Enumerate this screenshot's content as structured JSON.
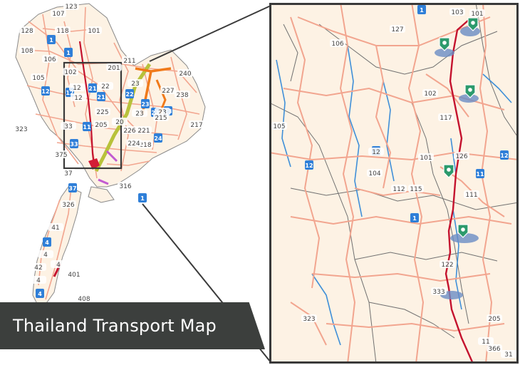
{
  "title": "Thailand Transport Map",
  "colors": {
    "land": "#fdf2e4",
    "road": "#f2a58f",
    "border": "#8a8a8a",
    "river": "#3f8fd8",
    "rail": "#c4122e",
    "highway_shield": "#2f7fd8",
    "station": "#2c9a6c",
    "frame": "#3a3a3a",
    "title_bg": "#3c3f3d"
  },
  "overview": {
    "road_labels": [
      "123",
      "107",
      "128",
      "118",
      "101",
      "108",
      "106",
      "105",
      "102",
      "12",
      "12",
      "22",
      "23",
      "211",
      "240",
      "227",
      "238",
      "225",
      "201",
      "23",
      "23",
      "217",
      "323",
      "20",
      "205",
      "226",
      "215",
      "221",
      "33",
      "218",
      "224",
      "375",
      "316",
      "37",
      "326",
      "41",
      "4",
      "4",
      "42",
      "401",
      "4",
      "408"
    ],
    "shield_labels": [
      "1",
      "1",
      "12",
      "12",
      "21",
      "21",
      "22",
      "11",
      "23",
      "23",
      "23",
      "24",
      "33",
      "37",
      "4",
      "4",
      "1"
    ]
  },
  "detail": {
    "road_labels": [
      "103",
      "101",
      "127",
      "106",
      "102",
      "117",
      "105",
      "12",
      "101",
      "126",
      "104",
      "112",
      "115",
      "111",
      "122",
      "323",
      "333",
      "205",
      "11",
      "366",
      "31"
    ],
    "shield_labels": [
      "1",
      "12",
      "12",
      "11",
      "12",
      "1"
    ],
    "station_icon": "station-shield-icon",
    "station_count": 5
  }
}
